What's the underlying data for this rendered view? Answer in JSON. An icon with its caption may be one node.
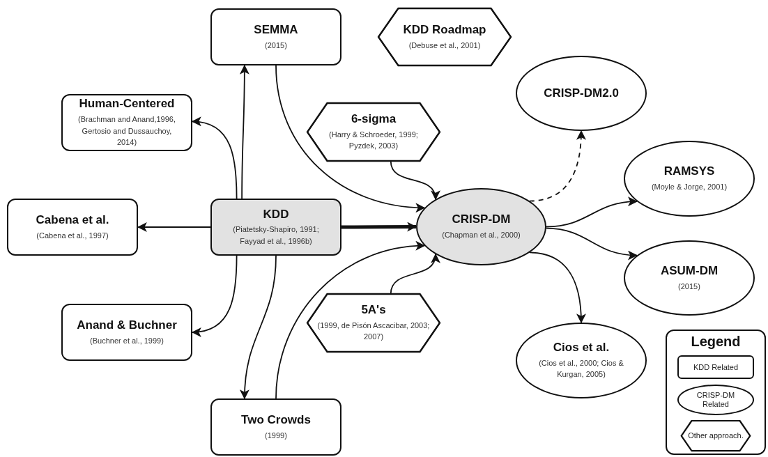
{
  "diagram": {
    "nodes": [
      {
        "text": [
          "SEMMA",
          "(2015)"
        ]
      },
      {
        "text": [
          "KDD Roadmap",
          "(Debuse et al., 2001)"
        ]
      },
      {
        "text": [
          "Human-Centered",
          "(Brachman and Anand,1996, Gertosio and Dussauchoy, 2014)"
        ]
      },
      {
        "text": [
          "6-sigma",
          "(Harry & Schroeder, 1999; Pyzdek, 2003)"
        ]
      },
      {
        "text": [
          "CRISP-DM2.0"
        ]
      },
      {
        "text": [
          "Cabena et al.",
          "(Cabena et al., 1997)"
        ]
      },
      {
        "text": [
          "KDD",
          "(Piatetsky-Shapiro, 1991; Fayyad et al., 1996b)"
        ]
      },
      {
        "text": [
          "CRISP-DM",
          "(Chapman et al., 2000)"
        ]
      },
      {
        "text": [
          "RAMSYS",
          "(Moyle & Jorge, 2001)"
        ]
      },
      {
        "text": [
          "ASUM-DM",
          "(2015)"
        ]
      },
      {
        "text": [
          "Anand & Buchner",
          "(Buchner et al., 1999)"
        ]
      },
      {
        "text": [
          "5A's",
          "(1999, de Pisón Ascacibar, 2003; 2007)"
        ]
      },
      {
        "text": [
          "Cios et al.",
          "(Cios et al., 2000; Cios & Kurgan, 2005)"
        ]
      },
      {
        "text": [
          "Two Crowds",
          "(1999)"
        ]
      }
    ],
    "edges": [
      {
        "from": 6,
        "to": 0,
        "arrow": "to"
      },
      {
        "from": 6,
        "to": 2,
        "arrow": "to"
      },
      {
        "from": 6,
        "to": 5,
        "arrow": "to"
      },
      {
        "from": 6,
        "to": 10,
        "arrow": "to"
      },
      {
        "from": 6,
        "to": 13,
        "arrow": "to"
      },
      {
        "from": 6,
        "to": 7,
        "arrow": "to",
        "style": "thick"
      },
      {
        "from": 0,
        "to": 7,
        "arrow": "to"
      },
      {
        "from": 3,
        "to": 7,
        "arrow": "to"
      },
      {
        "from": 13,
        "to": 7,
        "arrow": "to"
      },
      {
        "from": 11,
        "to": 7,
        "arrow": "to"
      },
      {
        "from": 7,
        "to": 4,
        "arrow": "to",
        "style": "dashed"
      },
      {
        "from": 7,
        "to": 8,
        "arrow": "to"
      },
      {
        "from": 7,
        "to": 9,
        "arrow": "to"
      },
      {
        "from": 7,
        "to": 12,
        "arrow": "to"
      }
    ],
    "labels": [
      "Legend"
    ],
    "legend": [
      {
        "text": "KDD Related"
      },
      {
        "text": "CRISP-DM Related"
      },
      {
        "text": "Other approach."
      }
    ]
  }
}
